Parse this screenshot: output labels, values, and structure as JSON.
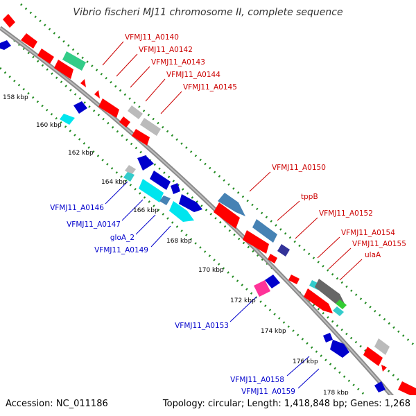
{
  "title": "Vibrio fischeri MJ11 chromosome II, complete sequence",
  "footer": {
    "accession": "Accession: NC_011186",
    "summary": "Topology: circular; Length: 1,418,848 bp; Genes: 1,268"
  },
  "colors": {
    "backbone": "#8c8c8c",
    "forward_label": "#cc0000",
    "reverse_label": "#0000cc",
    "label_line_forward": "#cc0000",
    "label_line_reverse": "#0000cc",
    "tick_dots": "#228b22"
  },
  "ticks": [
    {
      "label": "158 kbp"
    },
    {
      "label": "160 kbp"
    },
    {
      "label": "162 kbp"
    },
    {
      "label": "164 kbp"
    },
    {
      "label": "166 kbp"
    },
    {
      "label": "168 kbp"
    },
    {
      "label": "170 kbp"
    },
    {
      "label": "172 kbp"
    },
    {
      "label": "174 kbp"
    },
    {
      "label": "176 kbp"
    },
    {
      "label": "178 kbp"
    }
  ],
  "forward_labels": [
    {
      "text": "VFMJ11_A0140"
    },
    {
      "text": "VFMJ11_A0142"
    },
    {
      "text": "VFMJ11_A0143"
    },
    {
      "text": "VFMJ11_A0144"
    },
    {
      "text": "VFMJ11_A0145"
    },
    {
      "text": "VFMJ11_A0150"
    },
    {
      "text": "tppB"
    },
    {
      "text": "VFMJ11_A0152"
    },
    {
      "text": "VFMJ11_A0154"
    },
    {
      "text": "VFMJ11_A0155"
    },
    {
      "text": "ulaA"
    }
  ],
  "reverse_labels": [
    {
      "text": "VFMJ11_A0146"
    },
    {
      "text": "VFMJ11_A0147"
    },
    {
      "text": "gloA_2"
    },
    {
      "text": "VFMJ11_A0149"
    },
    {
      "text": "VFMJ11_A0153"
    },
    {
      "text": "VFMJ11_A0158"
    },
    {
      "text": "VFMJ11_A0159"
    }
  ]
}
